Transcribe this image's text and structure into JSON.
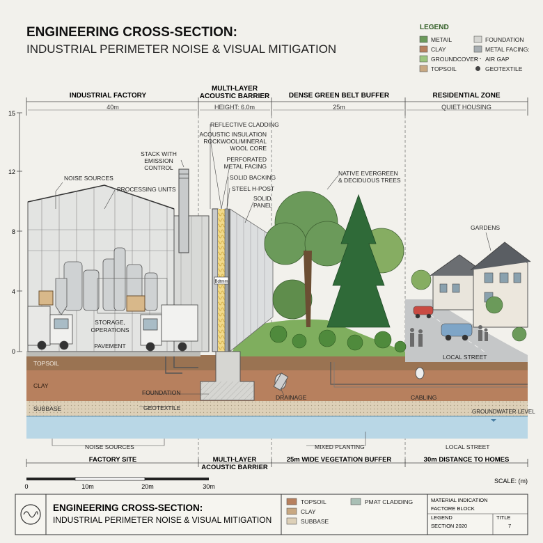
{
  "title": {
    "line1": "ENGINEERING CROSS-SECTION:",
    "line2": "INDUSTRIAL PERIMETER NOISE & VISUAL MITIGATION"
  },
  "legend": {
    "heading": "LEGEND",
    "items": [
      {
        "label": "METAIL",
        "color": "#6b9a5a"
      },
      {
        "label": "FOUNDATION",
        "color": "#d6d6d2"
      },
      {
        "label": "CLAY",
        "color": "#b7805e"
      },
      {
        "label": "METAL FACING:",
        "color": "#a8aeb2"
      },
      {
        "label": "GROUNDCOVER",
        "color": "#9cc57e"
      },
      {
        "label": "AIR GAP",
        "color": "none"
      },
      {
        "label": "TOPSOIL",
        "color": "#c8a882"
      },
      {
        "label": "GEOTEXTILE",
        "color": "none"
      }
    ]
  },
  "zones": [
    {
      "name": "INDUSTRIAL FACTORY",
      "width": "40m"
    },
    {
      "name": "MULTI-LAYER\nACOUSTIC BARRIER",
      "width": "HEIGHT: 6.0m"
    },
    {
      "name": "DENSE GREEN BELT BUFFER",
      "width": "25m"
    },
    {
      "name": "RESIDENTIAL ZONE",
      "width": "QUIET HOUSING"
    }
  ],
  "axis": {
    "ticks": [
      "15",
      "12",
      "8",
      "4",
      "0"
    ]
  },
  "callouts": {
    "stack": "STACK WITH\nEMISSION\nCONTROL",
    "noise_sources": "NOISE SOURCES",
    "processing": "PROCESSING UNITS",
    "storage": "STORAGE,\nOPERATIONS",
    "pavement": "PAVEMENT",
    "reflective": "REFLECTIVE CLADDING",
    "insulation": "ACOUSTIC INSULATION\nROCKWOOL/MINERAL\nWOOL CORE",
    "perforated": "PERFORATED\nMETAL FACING",
    "solid_backing": "SOLID BACKING",
    "steel_post": "STEEL H-POST",
    "solid_panel": "SOLID\nPANEL",
    "panel_tag": "Bdtmm",
    "trees": "NATIVE EVERGREEN\n& DECIDUOUS TREES",
    "gardens": "GARDENS",
    "local_street": "LOCAL STREET",
    "topsoil": "TOPSOIL",
    "clay": "CLAY",
    "subbase": "SUBBASE",
    "foundation": "FOUNDATION",
    "geotextile": "GEOTEXTILE",
    "drainage": "DRAINAGE",
    "cabling": "CABLING",
    "groundwater": "GROUNDWATER LEVEL",
    "noise_sources_bottom": "NOISE SOURCES",
    "mixed_planting": "MIXED PLANTING",
    "local_street_bottom": "LOCAL STREET"
  },
  "bottom_zones": [
    "FACTORY SITE",
    "MULTI-LAYER\nACOUSTIC BARRIER",
    "25m WIDE VEGETATION BUFFER",
    "30m DISTANCE TO HOMES"
  ],
  "scale": {
    "labels": [
      "0",
      "10m",
      "20m",
      "30m"
    ],
    "unit": "SCALE: (m)"
  },
  "title_block": {
    "line1": "ENGINEERING CROSS-SECTION:",
    "line2": "INDUSTRIAL PERIMETER NOISE & VISUAL MITIGATION",
    "key": [
      {
        "label": "TOPSOIL",
        "color": "#b7805e"
      },
      {
        "label": "CLAY",
        "color": "#c8a882"
      },
      {
        "label": "SUBBASE",
        "color": "#ddd0b8"
      },
      {
        "label": "PMAT CLADDING",
        "color": "#a9bfb5"
      }
    ],
    "cells": {
      "material": "MATERIAL INDICATION",
      "factore": "FACTORE BLOCK",
      "legend": "LEGEND",
      "section": "SECTION 2020",
      "title": "TITLE",
      "number": "7"
    }
  }
}
